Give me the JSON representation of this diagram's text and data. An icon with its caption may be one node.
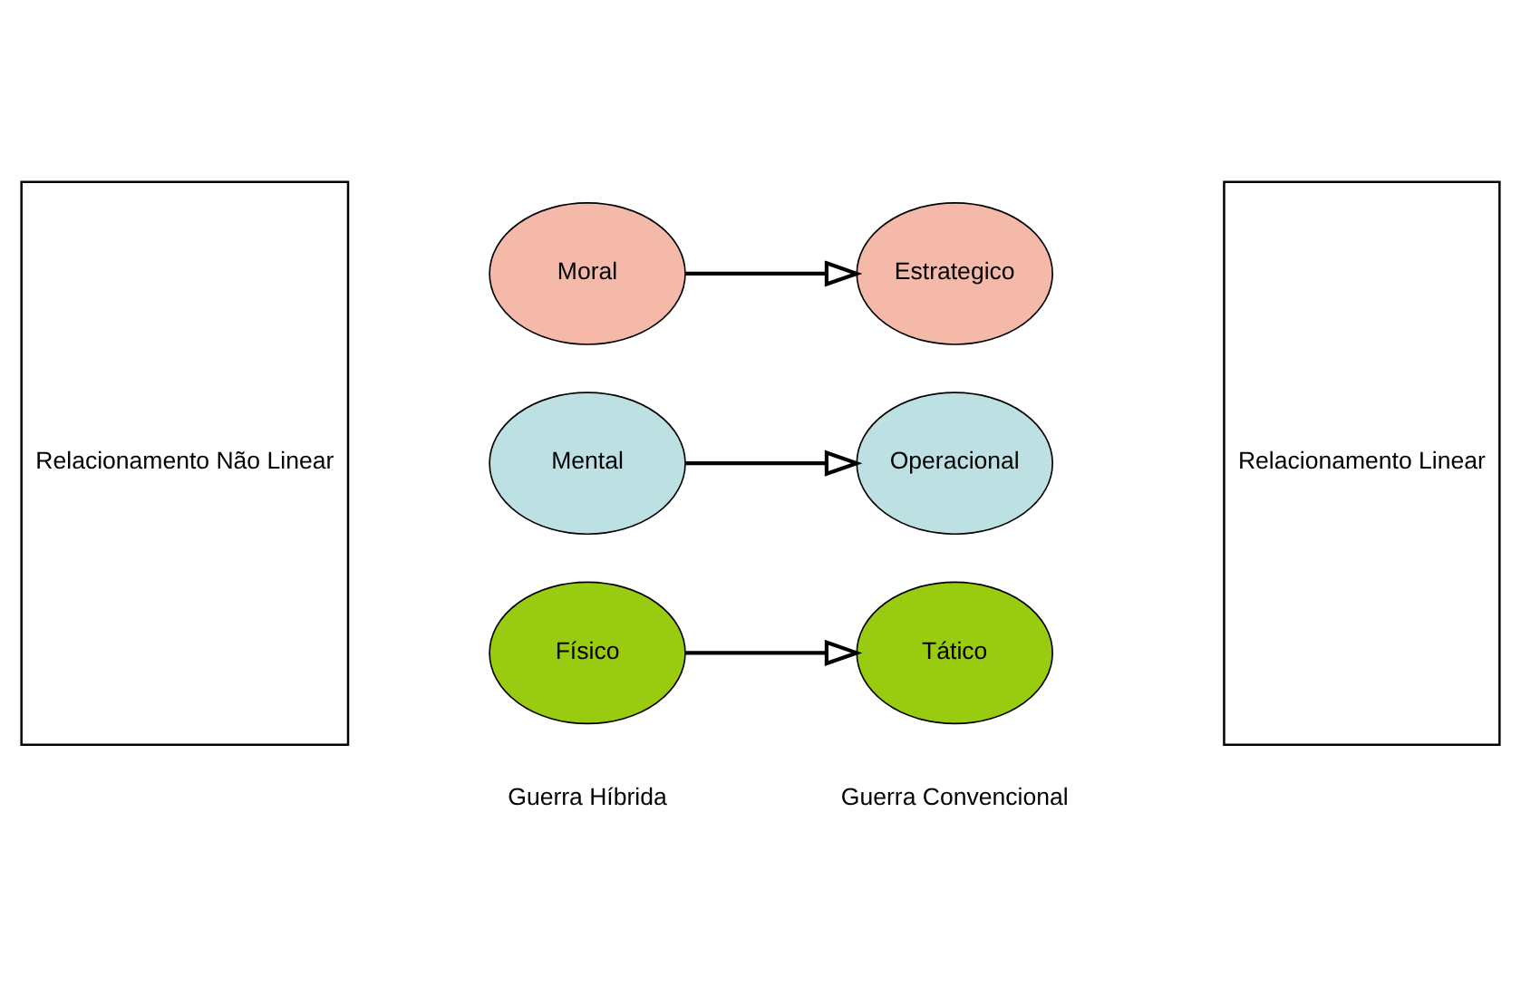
{
  "diagram": {
    "nodes": [
      {
        "text": [
          "Relacionamento Não Linear"
        ]
      },
      {
        "text": [
          "Moral"
        ]
      },
      {
        "text": [
          "Estrategico"
        ]
      },
      {
        "text": [
          "Relacionamento Linear"
        ]
      },
      {
        "text": [
          "Mental"
        ]
      },
      {
        "text": [
          "Operacional"
        ]
      },
      {
        "text": [
          "Físico"
        ]
      },
      {
        "text": [
          "Tático"
        ]
      }
    ],
    "edges": [
      {
        "from": 1,
        "to": 2,
        "arrow": "to"
      },
      {
        "from": 4,
        "to": 5,
        "arrow": "to"
      },
      {
        "from": 6,
        "to": 7,
        "arrow": "to"
      }
    ],
    "labels": [
      "Guerra Híbrida",
      "Guerra Convencional"
    ]
  }
}
